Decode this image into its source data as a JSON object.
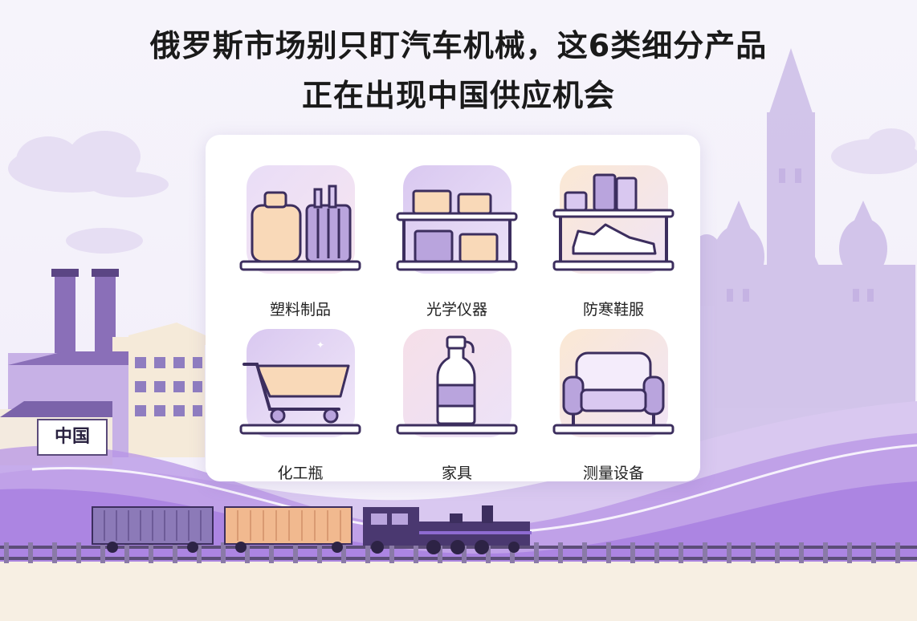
{
  "title": {
    "line1": "俄罗斯市场别只盯汽车机械，这6类细分产品",
    "line2": "正在出现中国供应机会"
  },
  "products": [
    {
      "label": "塑料制品",
      "icon": "plastic-containers-icon"
    },
    {
      "label": "光学仪器",
      "icon": "optical-instrument-boxes-icon"
    },
    {
      "label": "防寒鞋服",
      "icon": "winter-footwear-icon"
    },
    {
      "label": "化工瓶",
      "icon": "chemical-cart-icon"
    },
    {
      "label": "家具",
      "icon": "bottle-icon"
    },
    {
      "label": "测量设备",
      "icon": "armchair-icon"
    }
  ],
  "origin_label": "中国",
  "colors": {
    "accent": "#8e6bd1",
    "dark": "#3c2e5e",
    "peach": "#f4c9a3"
  }
}
